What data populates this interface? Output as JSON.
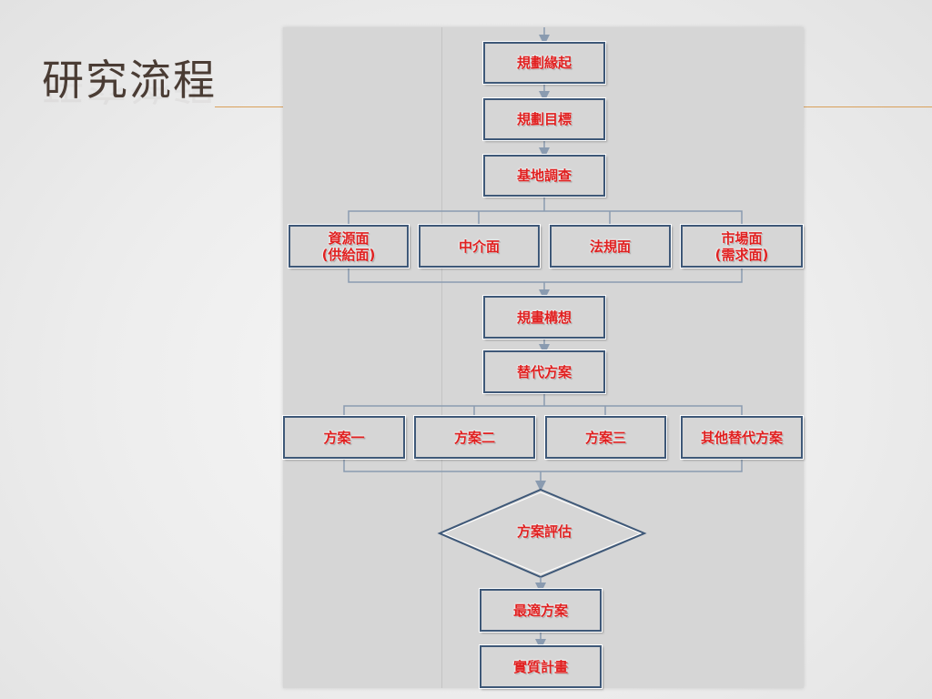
{
  "title": "研究流程",
  "nodes": {
    "planning_origin": "規劃緣起",
    "planning_goal": "規劃目標",
    "site_survey": "基地調查",
    "resource_line1": "資源面",
    "resource_line2": "(供給面)",
    "intermediary": "中介面",
    "regulation": "法規面",
    "market_line1": "市場面",
    "market_line2": "(需求面)",
    "planning_concept": "規畫構想",
    "alternatives": "替代方案",
    "option_one": "方案一",
    "option_two": "方案二",
    "option_three": "方案三",
    "other_alternatives": "其他替代方案",
    "evaluation": "方案評估",
    "best_option": "最適方案",
    "implementation_plan": "實質計畫"
  },
  "colors": {
    "label": "#e02020",
    "box_border": "#3e5878",
    "connector": "#8a9bb0",
    "title": "#4a3c34",
    "title_rule": "#d9a05a"
  }
}
